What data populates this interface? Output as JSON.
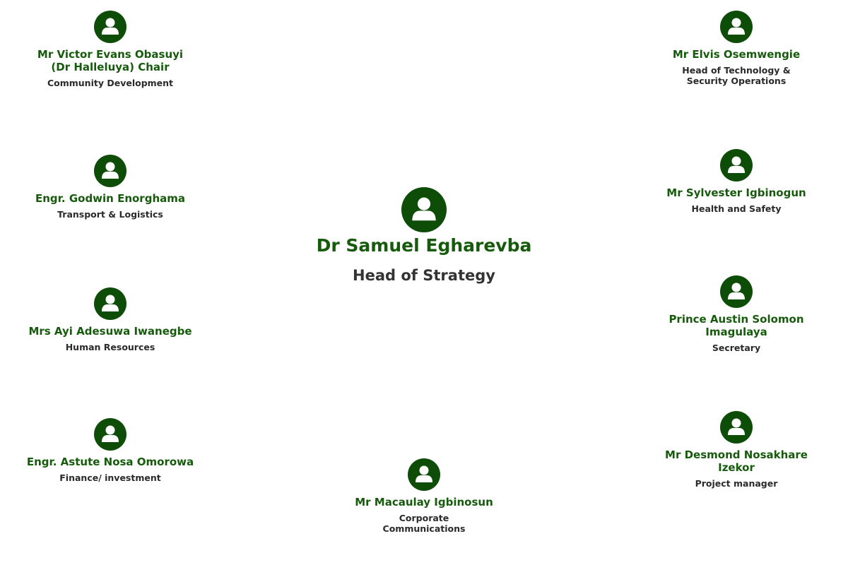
{
  "center": {
    "name": "Dr Samuel Egharevba",
    "role": "Head of Strategy"
  },
  "members": [
    {
      "name": "Mr Victor Evans Obasuyi (Dr Halleluya) Chair",
      "role": "Community Development"
    },
    {
      "name": "Engr. Godwin Enorghama",
      "role": "Transport & Logistics"
    },
    {
      "name": "Mrs Ayi Adesuwa Iwanegbe",
      "role": "Human Resources"
    },
    {
      "name": "Engr. Astute Nosa Omorowa",
      "role": "Finance/ investment"
    },
    {
      "name": "Mr Macaulay Igbinosun",
      "role": "Corporate Communications"
    },
    {
      "name": "Mr Elvis Osemwengie",
      "role": "Head of Technology & Security Operations"
    },
    {
      "name": "Mr Sylvester Igbinogun",
      "role": "Health and Safety"
    },
    {
      "name": "Prince Austin Solomon Imagulaya",
      "role": "Secretary"
    },
    {
      "name": "Mr Desmond Nosakhare Izekor",
      "role": "Project manager"
    }
  ],
  "colors": {
    "accent": "#0d4d08",
    "name_text": "#165a0c"
  }
}
